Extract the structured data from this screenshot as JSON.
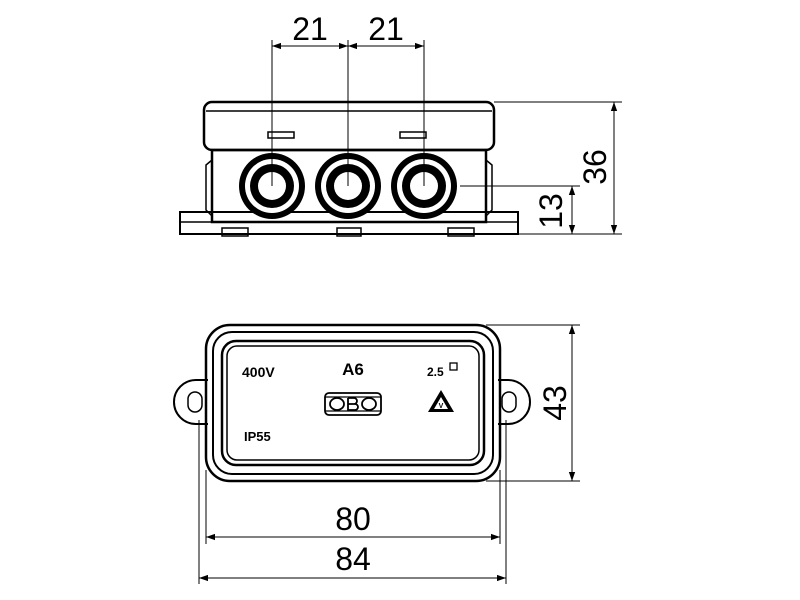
{
  "front_view": {
    "dimensions": {
      "spacing_left": "21",
      "spacing_right": "21",
      "height_total": "36",
      "height_entry": "13"
    }
  },
  "top_view": {
    "dimensions": {
      "height": "43",
      "width_inner": "80",
      "width_outer": "84"
    },
    "labels": {
      "voltage": "400V",
      "model": "A6",
      "cross_section": "2.5",
      "brand": "OBO",
      "protection": "IP55"
    },
    "icons": [
      "square-unit-icon",
      "obo-logo-icon",
      "triangle-warning-icon"
    ]
  }
}
